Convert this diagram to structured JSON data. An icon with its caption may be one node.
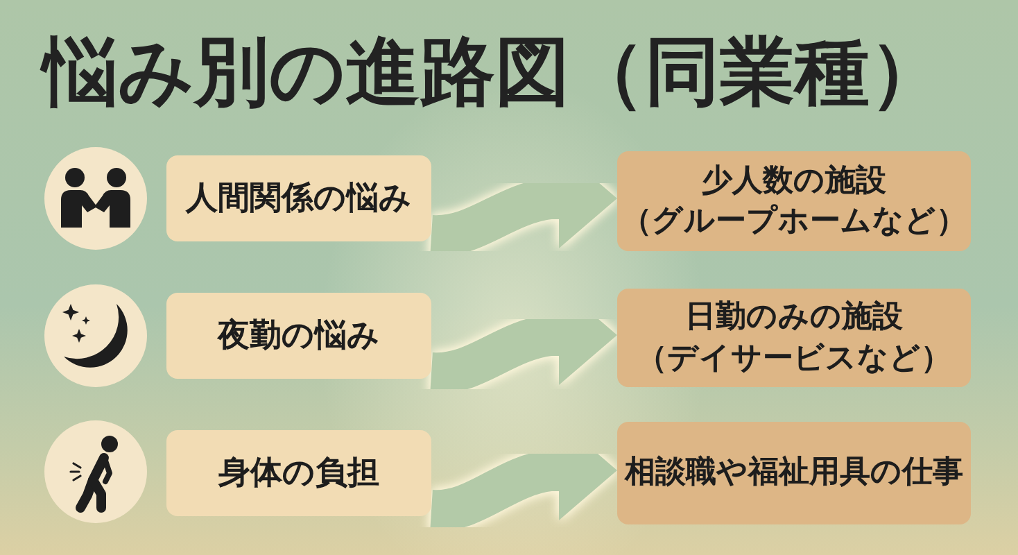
{
  "diagram": {
    "title": "悩み別の進路図（同業種）",
    "nodes": [
      {
        "text": [
          "人間関係の悩み"
        ]
      },
      {
        "text": [
          "少人数の施設",
          "（グループホームなど）"
        ]
      },
      {
        "text": [
          "夜勤の悩み"
        ]
      },
      {
        "text": [
          "日勤のみの施設",
          "（デイサービスなど）"
        ]
      },
      {
        "text": [
          "身体の負担"
        ]
      },
      {
        "text": [
          "相談職や福祉用具の仕事"
        ]
      }
    ],
    "edges": [
      {
        "from": 0,
        "to": 1,
        "arrow": "to"
      },
      {
        "from": 2,
        "to": 3,
        "arrow": "to"
      },
      {
        "from": 4,
        "to": 5,
        "arrow": "to"
      }
    ]
  }
}
